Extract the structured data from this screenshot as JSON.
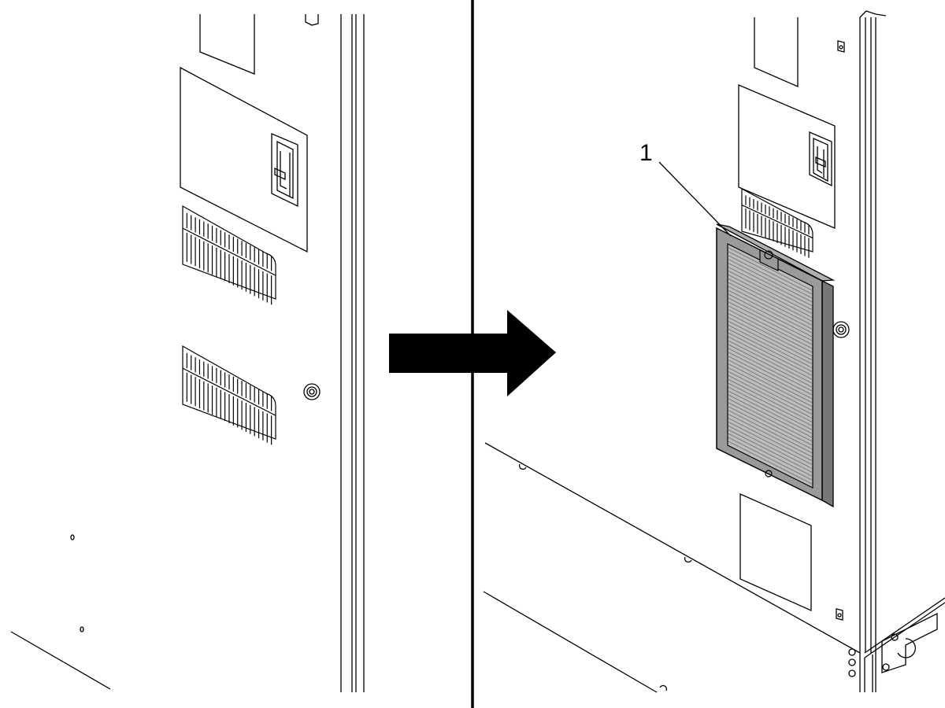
{
  "figure": {
    "callouts": [
      {
        "id": "filter",
        "label": "1"
      }
    ],
    "arrow_direction": "right",
    "colors": {
      "line": "#000000",
      "background": "#ffffff",
      "filter_frame": "#9a9a9a",
      "filter_mesh": "#bdbdbd",
      "arrow": "#000000"
    },
    "icons": {
      "arrow": "right-arrow-icon",
      "grille": "vent-grille-icon",
      "handle": "door-handle-icon",
      "lock": "lock-icon"
    }
  }
}
